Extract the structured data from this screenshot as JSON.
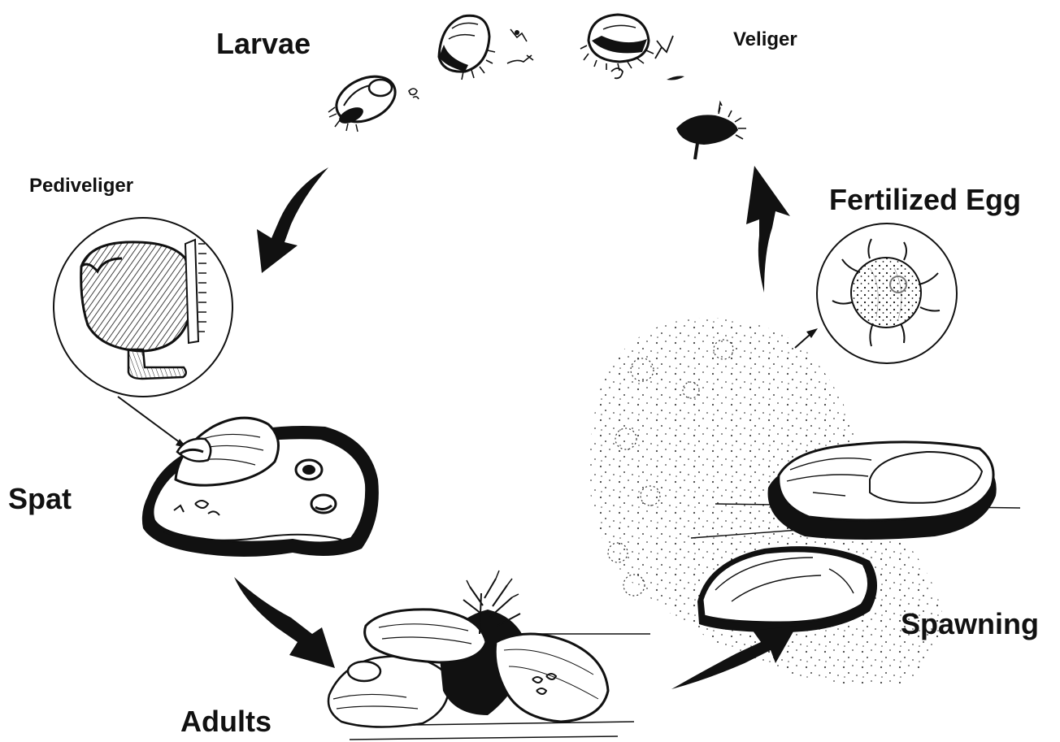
{
  "labels": {
    "larvae": "Larvae",
    "veliger": "Veliger",
    "pediveliger": "Pediveliger",
    "fertilized_egg": "Fertilized Egg",
    "spat": "Spat",
    "spawning": "Spawning",
    "adults": "Adults"
  },
  "colors": {
    "ink": "#111111",
    "paper": "#ffffff"
  },
  "icons": [
    "curved-arrow-icon",
    "pointer-arrow-icon",
    "zoom-circle-icon"
  ]
}
